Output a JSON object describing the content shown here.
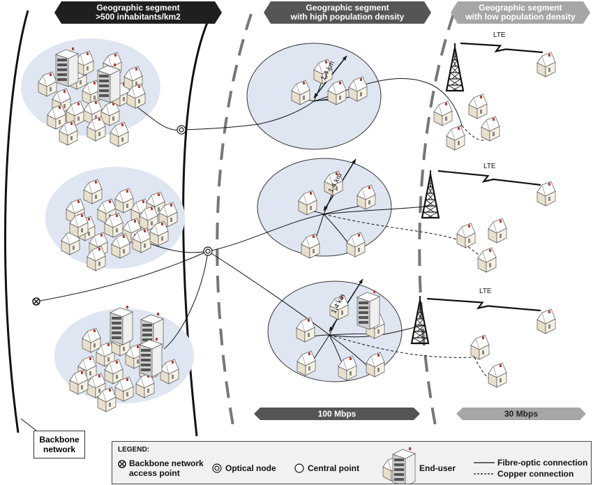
{
  "segments": {
    "dense": "Geographic segment\n>500 inhabitants/km2",
    "high": "Geographic segment\nwith high population density",
    "low": "Geographic segment\nwith low population density"
  },
  "speeds": {
    "high": "100 Mbps",
    "low": "30 Mbps"
  },
  "distance_label": "1,4 km",
  "lte_label": "LTE",
  "backbone_label": "Backbone\nnetwork",
  "legend": {
    "title": "LEGEND:",
    "backbone_access_point": "Backbone network\naccess point",
    "optical_node": "Optical node",
    "central_point": "Central point",
    "end_user": "End-user",
    "fibre": "Fibre-optic connection",
    "copper": "Copper connection"
  },
  "colors": {
    "banner_dark": "#1f1f1f",
    "banner_mid": "#555555",
    "banner_light": "#a6a6a6",
    "cluster_fill": "#dfe6f2",
    "house_wall": "#f7f1e3",
    "house_roof": "#ffffff",
    "chimney": "#c0392b"
  }
}
